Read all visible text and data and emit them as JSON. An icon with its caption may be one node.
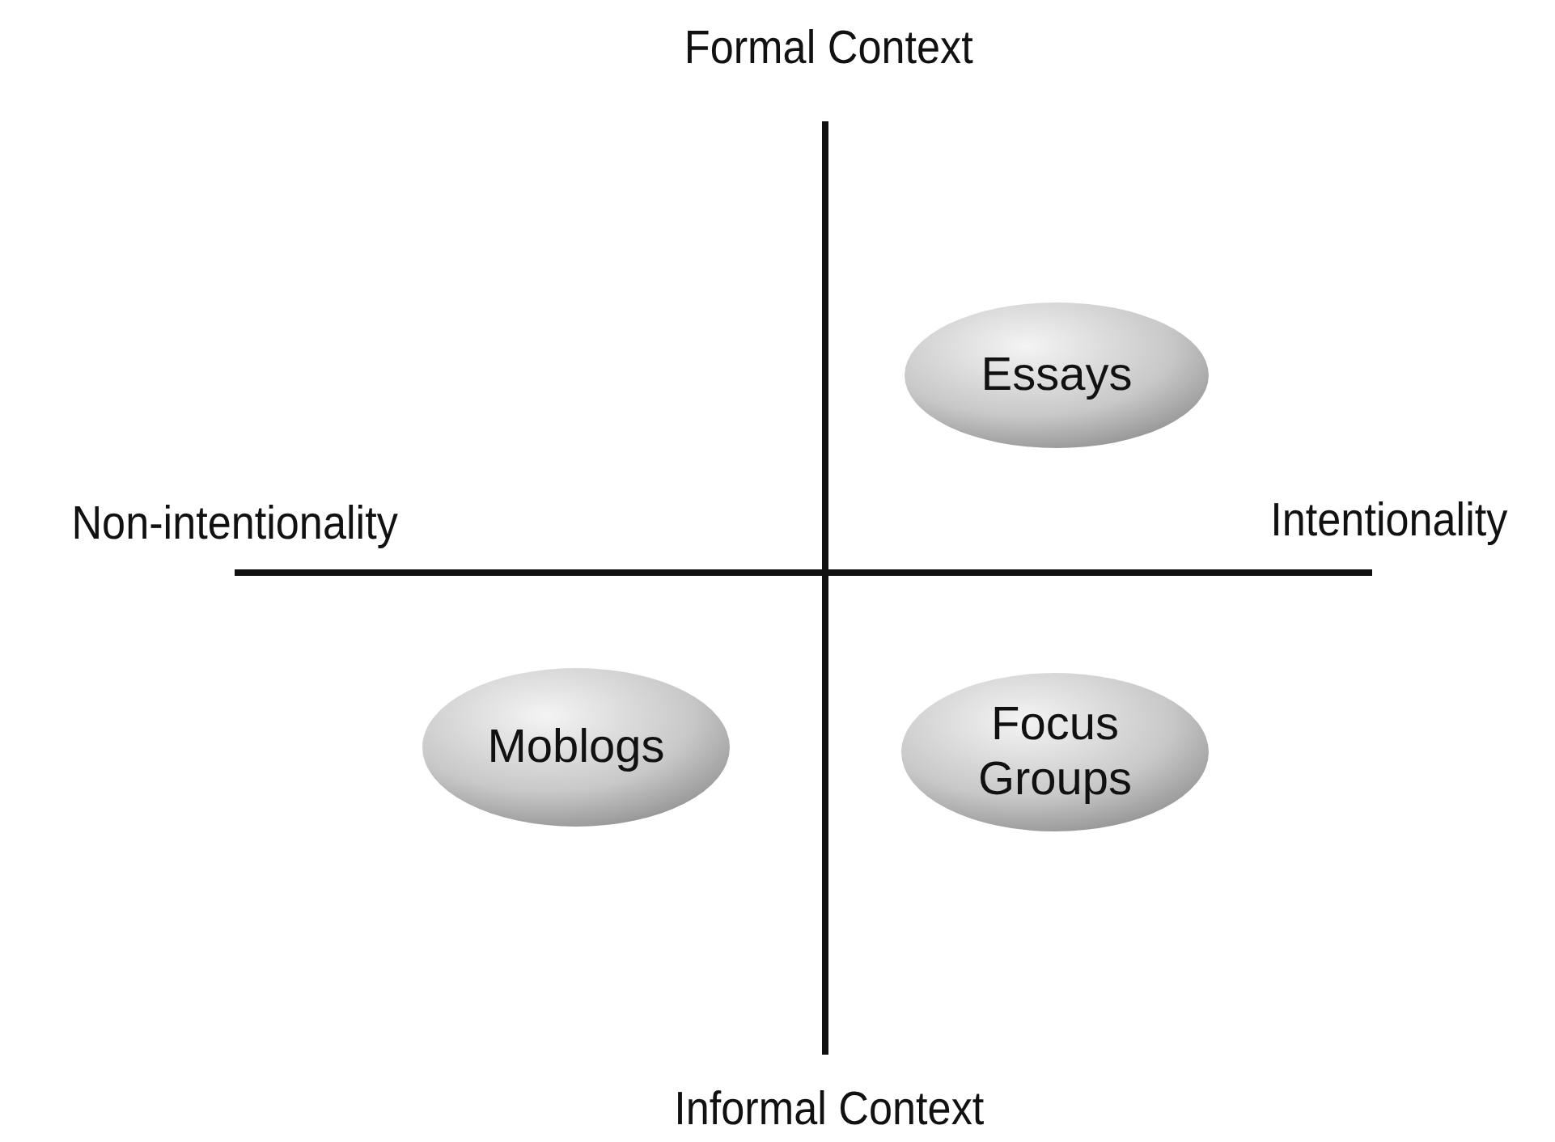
{
  "diagram": {
    "nodes": [
      {
        "text": [
          "Essays"
        ]
      },
      {
        "text": [
          "Moblogs"
        ]
      },
      {
        "text": [
          "Focus Groups"
        ]
      }
    ],
    "edges": [],
    "labels": [
      "Formal Context",
      "Non-intentionality",
      "Intentionality",
      "Informal Context"
    ]
  }
}
